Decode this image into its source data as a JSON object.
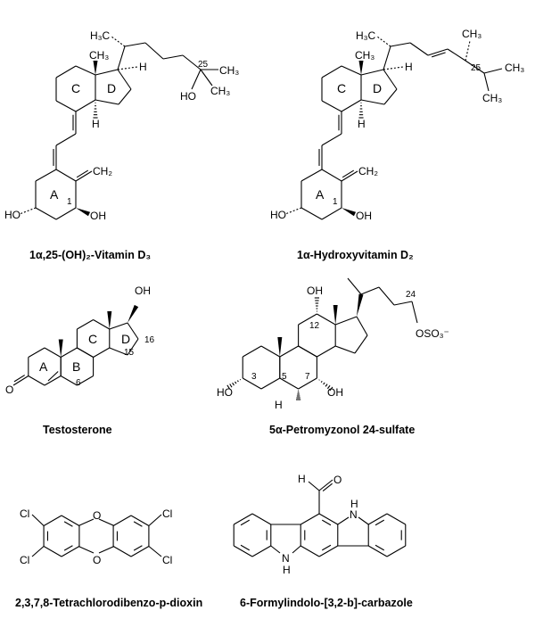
{
  "compounds": [
    {
      "name": "1α,25-(OH)₂-Vitamin D₃",
      "labels": {
        "h3c": "H₃C",
        "ch3_top": "CH₃",
        "h_d": "H",
        "c25": "25",
        "ch3_a": "CH₃",
        "ho25": "HO",
        "ch3_b": "CH₃",
        "ring_c": "C",
        "ring_d": "D",
        "h_14": "H",
        "ch2": "CH₂",
        "ring_a": "A",
        "c1": "1",
        "ho3": "HO",
        "oh1": "OH"
      }
    },
    {
      "name": "1α-Hydroxyvitamin D₂",
      "labels": {
        "h3c": "H₃C",
        "ch3_top": "CH₃",
        "h_d": "H",
        "ch3_24": "CH₃",
        "c25": "25",
        "ch3_a": "CH₃",
        "ch3_b": "CH₃",
        "ring_c": "C",
        "ring_d": "D",
        "h_14": "H",
        "ch2": "CH₂",
        "ring_a": "A",
        "c1": "1",
        "ho3": "HO",
        "oh1": "OH"
      }
    },
    {
      "name": "Testosterone",
      "labels": {
        "oh": "OH",
        "o": "O",
        "ring_a": "A",
        "ring_b": "B",
        "ring_c": "C",
        "ring_d": "D",
        "c6": "6",
        "c15": "15",
        "c16": "16"
      }
    },
    {
      "name": "5α-Petromyzonol 24-sulfate",
      "labels": {
        "oh12": "OH",
        "c12": "12",
        "c24": "24",
        "oso3": "OSO₃⁻",
        "ho3": "HO",
        "c3": "3",
        "c5": "5",
        "c7": "7",
        "h5": "H",
        "oh7": "OH"
      }
    },
    {
      "name": "2,3,7,8-Tetrachlorodibenzo-p-dioxin",
      "labels": {
        "cl1": "Cl",
        "cl2": "Cl",
        "cl3": "Cl",
        "cl4": "Cl",
        "o1": "O",
        "o2": "O"
      }
    },
    {
      "name": "6-Formylindolo-[3,2-b]-carbazole",
      "labels": {
        "h_cho": "H",
        "o_cho": "O",
        "nh_top_n": "N",
        "nh_top_h": "H",
        "nh_bot_n": "N",
        "nh_bot_h": "H"
      }
    }
  ]
}
